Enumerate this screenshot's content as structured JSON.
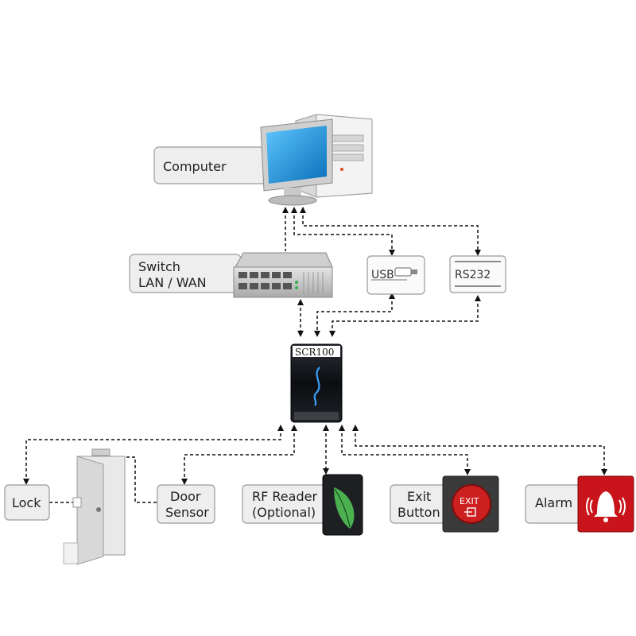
{
  "devices": {
    "computer": "Computer",
    "switch_line1": "Switch",
    "switch_line2": "LAN / WAN",
    "usb": "USB",
    "rs232": "RS232",
    "controller": "SCR100",
    "lock": "Lock",
    "door_sensor_line1": "Door",
    "door_sensor_line2": "Sensor",
    "rf_reader_line1": "RF Reader",
    "rf_reader_line2": "(Optional)",
    "exit_button_line1": "Exit",
    "exit_button_line2": "Button",
    "exit_sign": "EXIT",
    "alarm": "Alarm"
  },
  "colors": {
    "monitor_screen": "#1a8fd6",
    "controller_body": "#111418",
    "exit_button_red": "#cc1f1f",
    "alarm_red": "#c8141a",
    "rf_leaf_green": "#4caf50"
  }
}
